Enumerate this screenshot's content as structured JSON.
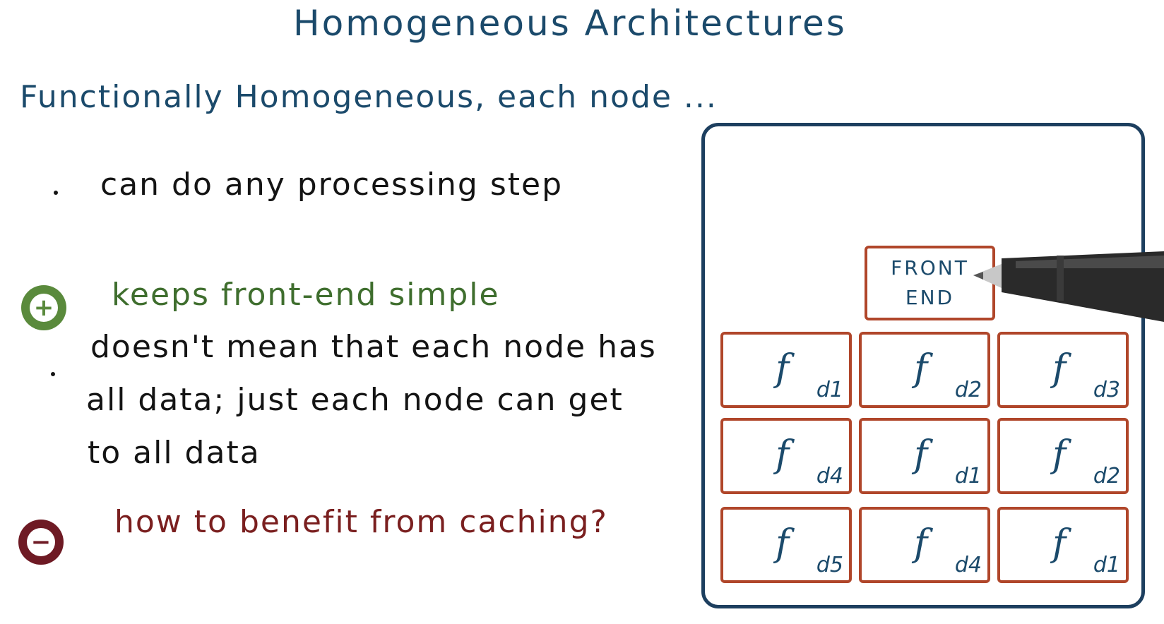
{
  "title": "Homogeneous Architectures",
  "subtitle": "Functionally Homogeneous, each node ...",
  "bullets": {
    "processing": "can do any processing step"
  },
  "pro": {
    "icon": "plus-circle-icon",
    "text": "keeps front-end simple",
    "note_lines": [
      "doesn't mean that each node has",
      "all data; just each node can get",
      "to all data"
    ]
  },
  "con": {
    "icon": "minus-circle-icon",
    "text": "how to benefit from caching?"
  },
  "diagram": {
    "front_end": [
      "FRONT",
      "END"
    ],
    "node_function": "f",
    "nodes": [
      {
        "f": "f",
        "data": "d1"
      },
      {
        "f": "f",
        "data": "d2"
      },
      {
        "f": "f",
        "data": "d3"
      },
      {
        "f": "f",
        "data": "d4"
      },
      {
        "f": "f",
        "data": "d1"
      },
      {
        "f": "f",
        "data": "d2"
      },
      {
        "f": "f",
        "data": "d5"
      },
      {
        "f": "f",
        "data": "d4"
      },
      {
        "f": "f",
        "data": "d1"
      }
    ]
  },
  "colors": {
    "ink_blue": "#1b4a6b",
    "ink_black": "#141414",
    "ink_green": "#3f6e2e",
    "ink_red": "#7a1f1f",
    "box_border": "#b0462a",
    "cluster_border": "#1d3f5f"
  }
}
